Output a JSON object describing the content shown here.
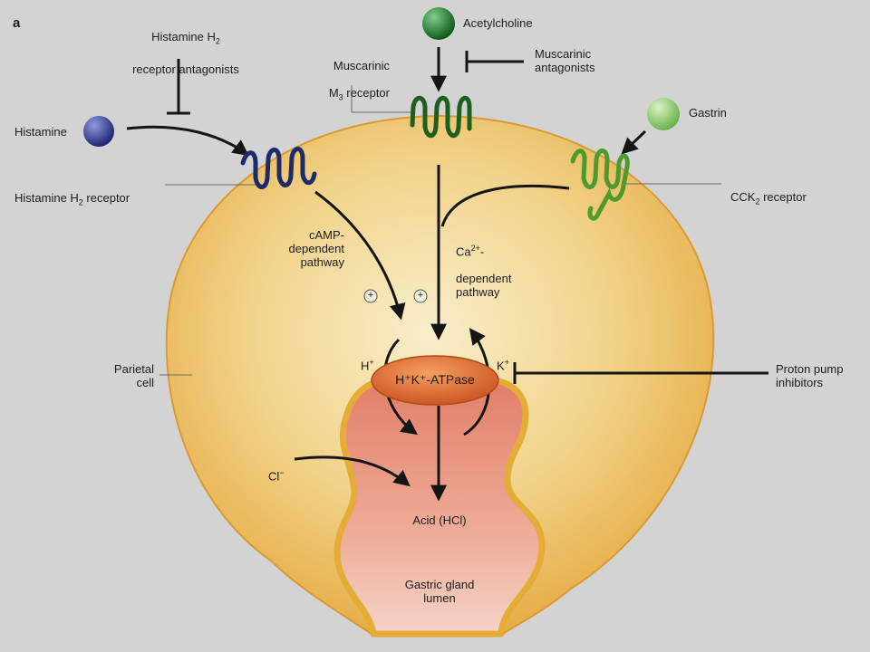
{
  "panel_label": "a",
  "labels": {
    "h2_antagonists_line1": "Histamine H",
    "h2_antagonists_sub": "2",
    "h2_antagonists_line2": "receptor antagonists",
    "histamine": "Histamine",
    "h2_receptor_main": "Histamine H",
    "h2_receptor_sub": "2",
    "h2_receptor_tail": " receptor",
    "acetylcholine": "Acetylcholine",
    "muscarinic_m3_line1": "Muscarinic",
    "muscarinic_m3_line2_main": "M",
    "muscarinic_m3_line2_sub": "3",
    "muscarinic_m3_line2_tail": " receptor",
    "muscarinic_antagonists": "Muscarinic\nantagonists",
    "gastrin": "Gastrin",
    "cck2_main": "CCK",
    "cck2_sub": "2",
    "cck2_tail": " receptor",
    "camp_pathway": "cAMP-\ndependent\npathway",
    "ca_main": "Ca",
    "ca_sup": "2+",
    "ca_tail": "-",
    "ca_pathway_rest": "dependent\npathway",
    "plus_sign": "+",
    "h_ion": "H",
    "k_ion": "K",
    "ion_sup": "+",
    "atpase": "H⁺K⁺-ATPase",
    "parietal_cell": "Parietal\ncell",
    "proton_pump_inhibitors": "Proton pump\ninhibitors",
    "chloride": "Cl",
    "chloride_sup": "−",
    "acid": "Acid (HCl)",
    "lumen": "Gastric gland\nlumen"
  },
  "colors": {
    "background": "#d3d3d3",
    "cell_outer": "#e9b24a",
    "cell_inner": "#f7ecc4",
    "lumen_top": "#e8907a",
    "lumen_bottom": "#f3cdbf",
    "histamine_ligand": "#2c3580",
    "h2_receptor": "#1f2a6b",
    "acetylcholine_ligand": "#1c7a2a",
    "m3_receptor": "#1e5f1e",
    "gastrin_ligand": "#8cc66c",
    "cck2_receptor": "#4f9a2c",
    "atpase": "#d9622a",
    "arrow": "#151515"
  }
}
